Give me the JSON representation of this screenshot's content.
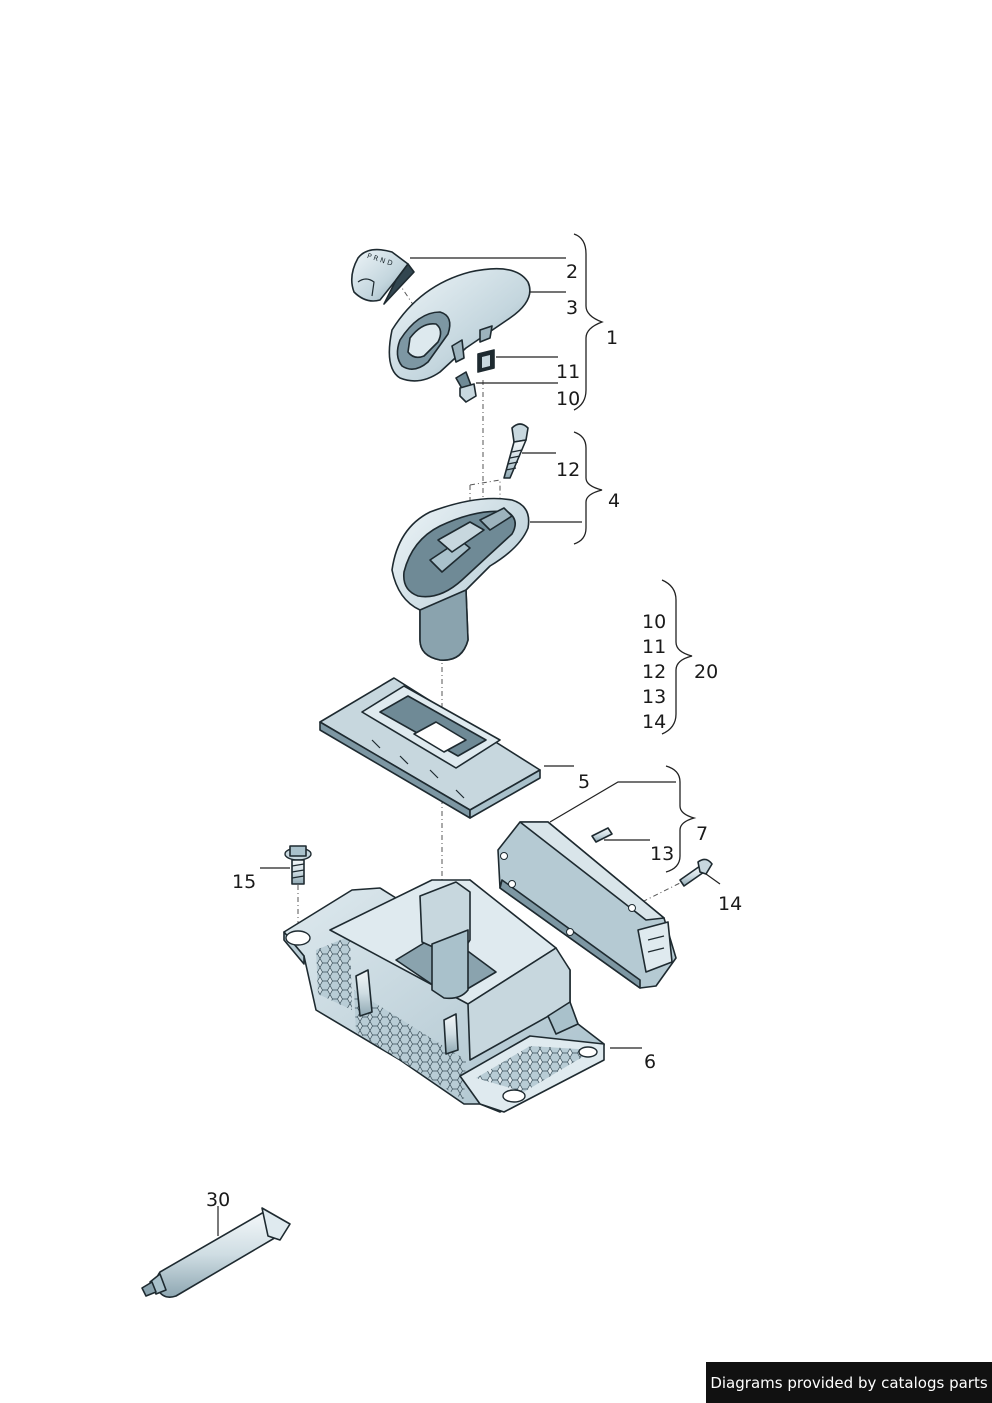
{
  "callouts": {
    "c1": "1",
    "c2": "2",
    "c3": "3",
    "c4": "4",
    "c5": "5",
    "c6": "6",
    "c7": "7",
    "c10": "10",
    "c11": "11",
    "c12": "12",
    "c13": "13",
    "c14": "14",
    "c15": "15",
    "c20": "20",
    "c30": "30",
    "kit": [
      "10",
      "11",
      "12",
      "13",
      "14"
    ]
  },
  "knob_letters": "P R N D",
  "credit": "Diagrams provided by catalogs parts",
  "colors": {
    "part_fill": "#d6e4ea",
    "part_shadow": "#a9c1cb",
    "part_dark": "#6f8a96",
    "outline": "#1e2a30"
  }
}
